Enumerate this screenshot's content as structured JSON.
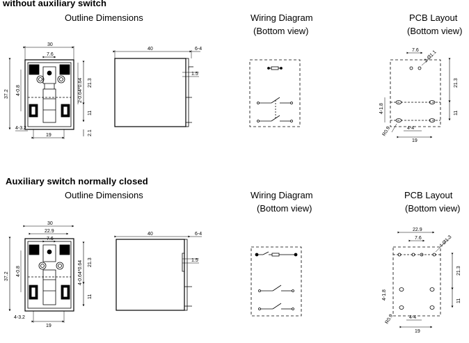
{
  "sections": [
    {
      "title": "without auxiliary switch",
      "outline_header": "Outline Dimensions",
      "wiring_header_1": "Wiring Diagram",
      "wiring_header_2": "(Bottom view)",
      "pcb_header_1": "PCB Layout",
      "pcb_header_2": "(Bottom view)",
      "front_dims": {
        "width": "30",
        "pitch": "7.6",
        "height": "37.2",
        "hole_row": "4-0.8",
        "pin": "2-0.64*0.64",
        "v1": "21.3",
        "v2": "11",
        "bottom": "4-3.2",
        "base": "19",
        "foot": "2.1"
      },
      "side_dims": {
        "length": "40",
        "tab": "6-4",
        "tail": "1.5"
      },
      "pcb_dims": {
        "pitch": "7.6",
        "hole_a": "2-Ø1.1",
        "v1": "21.3",
        "v2": "11",
        "hole_b": "4-1.8",
        "pad": "R0.9",
        "slot": "4-4",
        "base": "19"
      }
    },
    {
      "title": "Auxiliary switch normally closed",
      "outline_header": "Outline Dimensions",
      "wiring_header_1": "Wiring Diagram",
      "wiring_header_2": "(Bottom view)",
      "pcb_header_1": "PCB Layout",
      "pcb_header_2": "(Bottom view)",
      "front_dims": {
        "width": "30",
        "inner": "22.9",
        "pitch": "7.6",
        "height": "37.2",
        "hole_row": "4-0.8",
        "pin": "4-0.64*0.64",
        "v1": "21.3",
        "v2": "11",
        "bottom": "4-3.2",
        "base": "19"
      },
      "side_dims": {
        "length": "40",
        "tab": "6-4",
        "tail": "1.5"
      },
      "pcb_dims": {
        "inner": "22.9",
        "pitch": "7.6",
        "hole_a": "4-Ø1.3",
        "v1": "21.3",
        "v2": "11",
        "hole_b": "4-1.8",
        "pad": "R0.9",
        "slot": "4-4",
        "base": "19"
      }
    }
  ]
}
